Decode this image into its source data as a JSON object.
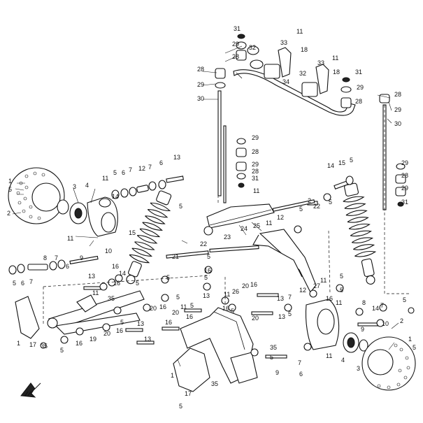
{
  "callouts": {
    "c1": "1",
    "c2": "2",
    "c3": "3",
    "c4": "4",
    "c5": "5",
    "c6": "6",
    "c7": "7",
    "c8": "8",
    "c9": "9",
    "c10": "10",
    "c11": "11",
    "c12": "12",
    "c13": "13",
    "c14": "14",
    "c15": "15",
    "c16": "16",
    "c17": "17",
    "c18": "18",
    "c19": "19",
    "c20": "20",
    "c21": "21",
    "c22": "22",
    "c23": "23",
    "c24": "24",
    "c25": "25",
    "c26": "26",
    "c27": "27",
    "c28": "28",
    "c29": "29",
    "c30": "30",
    "c31": "31",
    "c32": "32",
    "c33": "33",
    "c34": "34",
    "c35": "35"
  },
  "icons": {
    "front_arrow": "front-direction-arrow-icon"
  }
}
